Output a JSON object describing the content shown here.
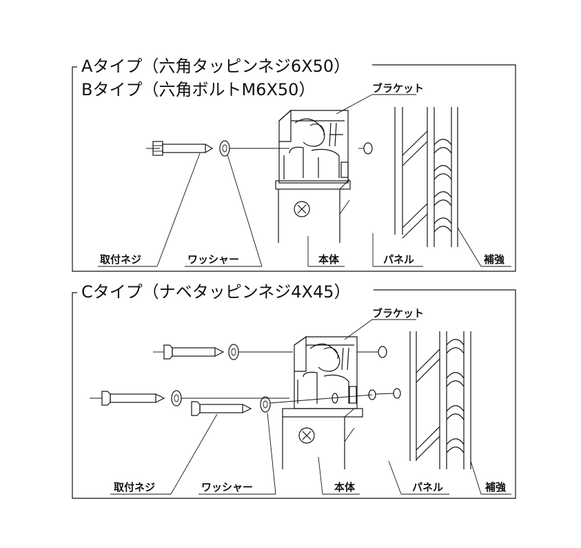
{
  "panel_a": {
    "title_line1": "Aタイプ（六角タッピンネジ6X50）",
    "title_line2": "Bタイプ（六角ボルトM6X50）",
    "labels": {
      "bracket": "ブラケット",
      "screw": "取付ネジ",
      "washer": "ワッシャー",
      "body": "本体",
      "panel": "パネル",
      "reinforcement": "補強"
    }
  },
  "panel_c": {
    "title": "Cタイプ（ナベタッピンネジ4X45）",
    "labels": {
      "bracket": "ブラケット",
      "screw": "取付ネジ",
      "washer": "ワッシャー",
      "body": "本体",
      "panel": "パネル",
      "reinforcement": "補強"
    }
  }
}
